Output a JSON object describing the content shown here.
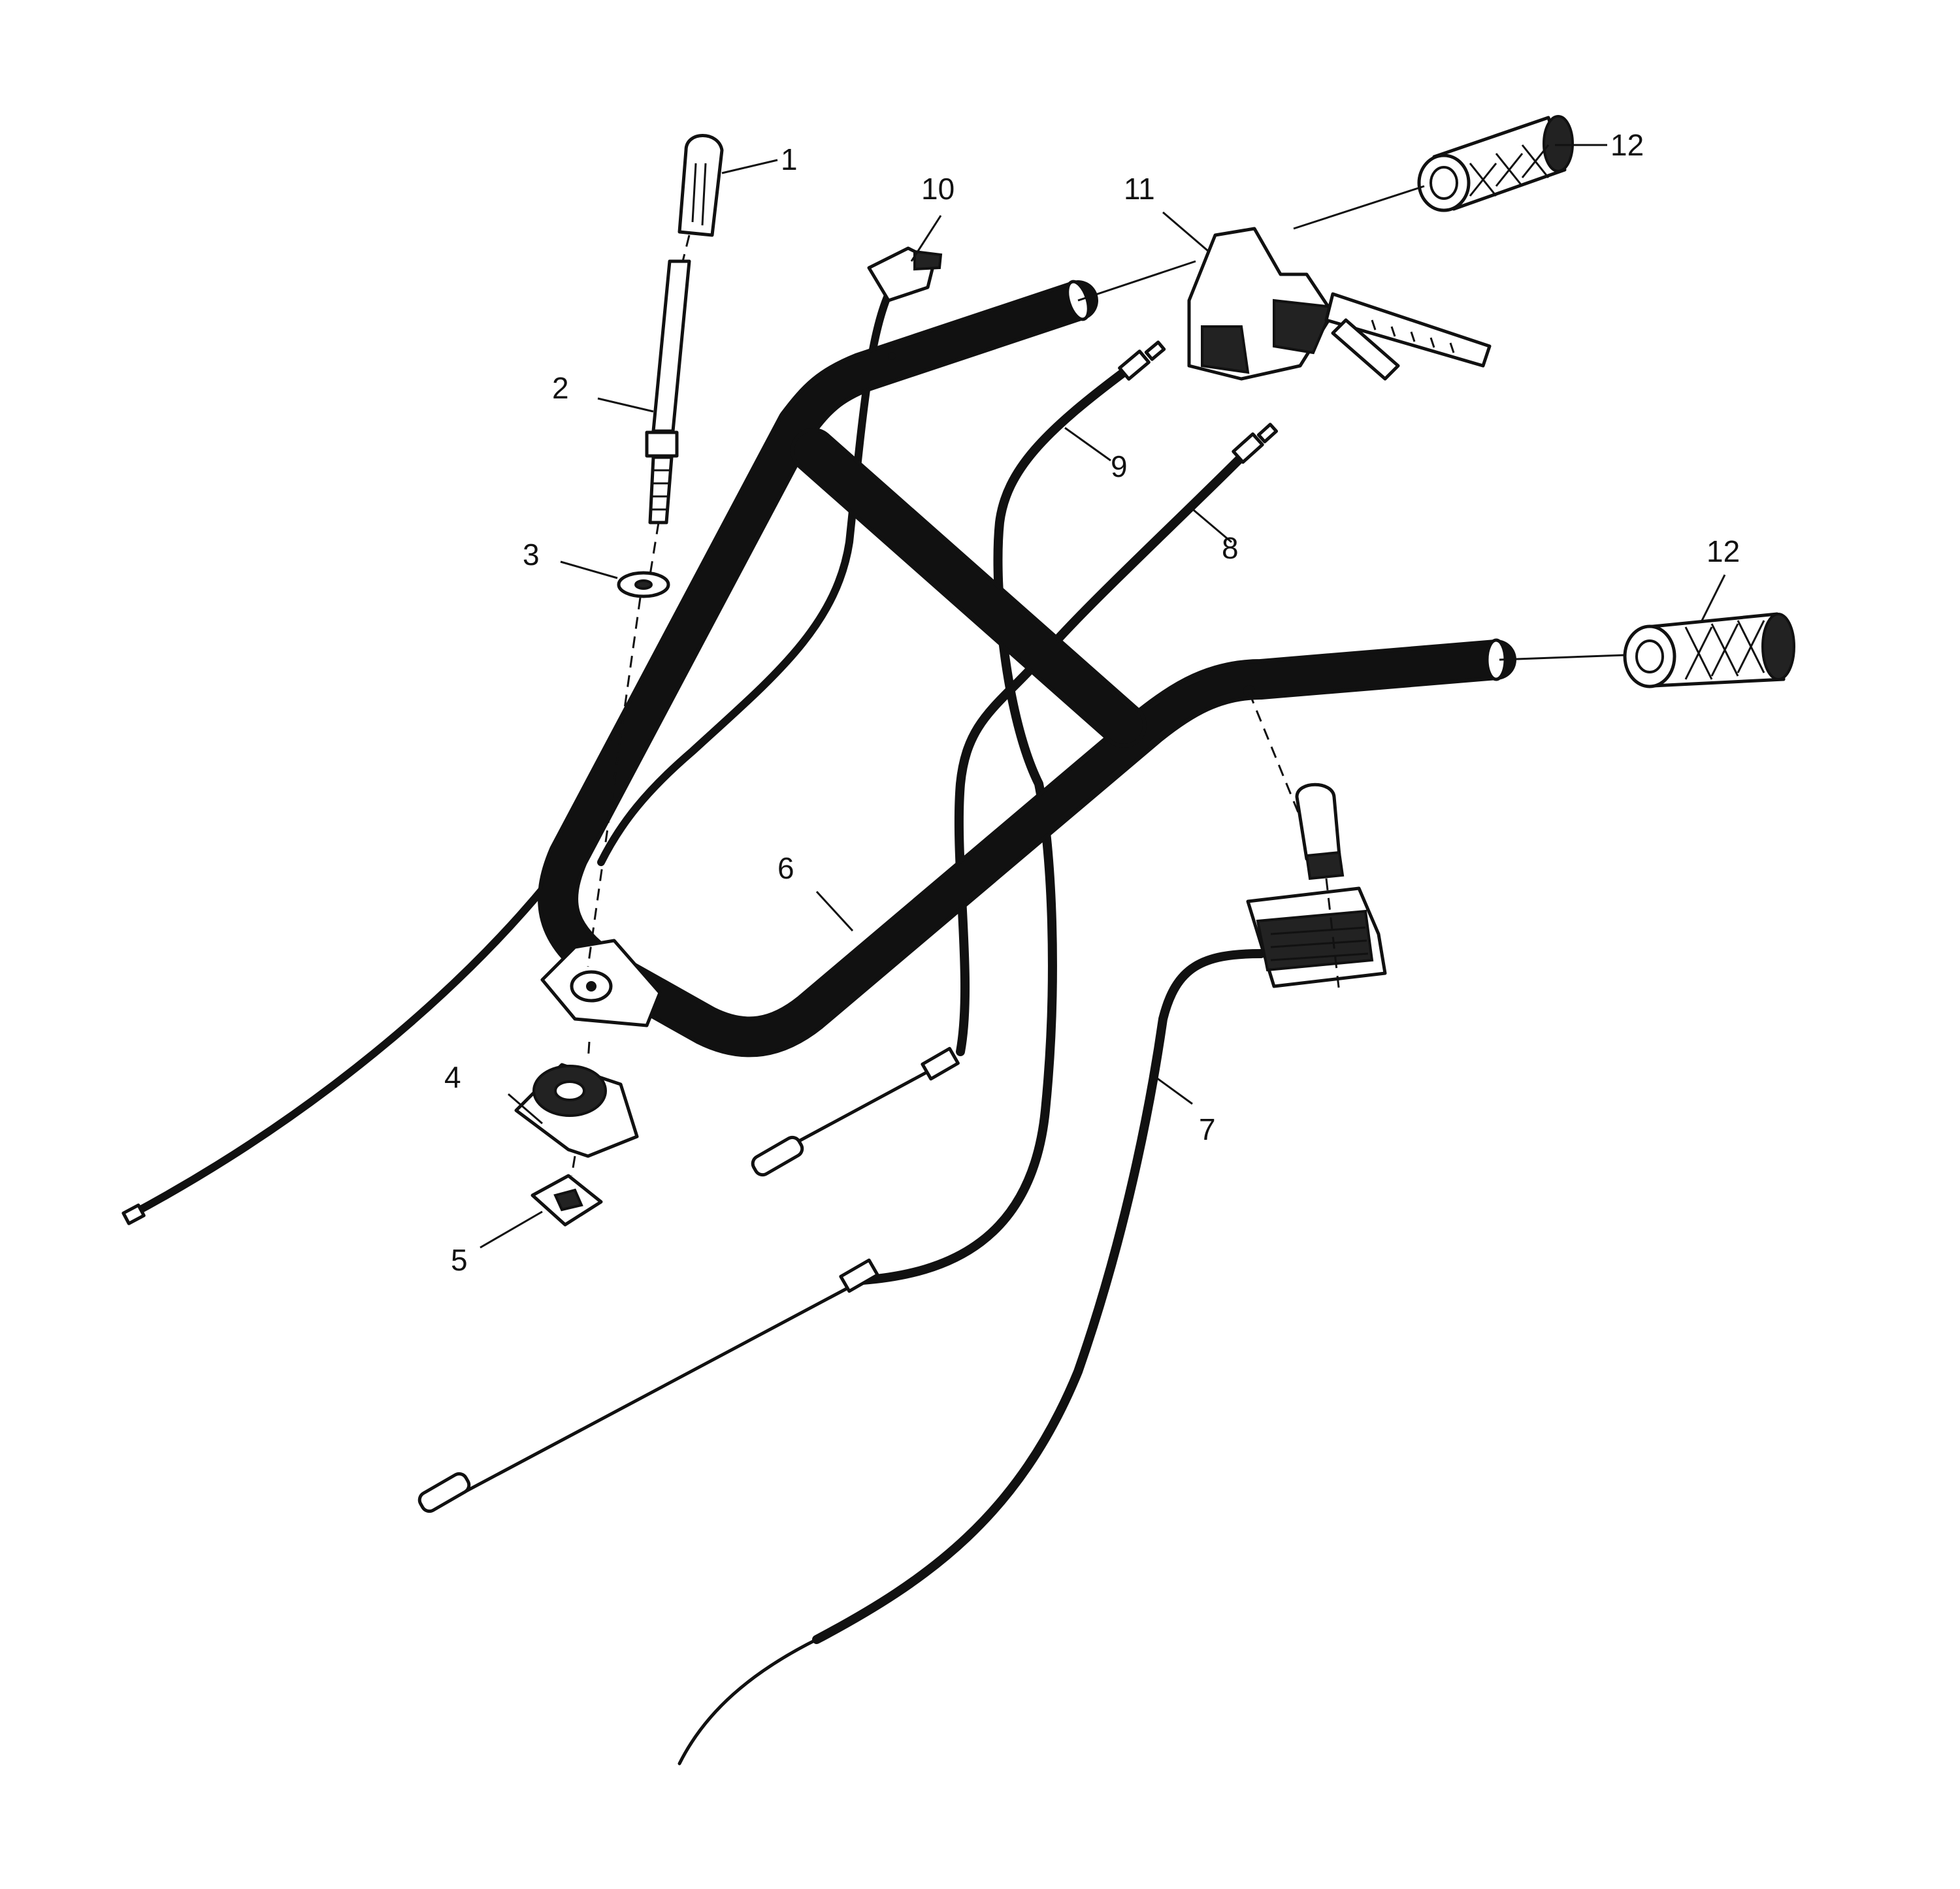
{
  "diagram": {
    "type": "exploded parts diagram",
    "subject": "handlebar assembly with control cables",
    "callouts": [
      {
        "id": "1",
        "label": "1"
      },
      {
        "id": "2",
        "label": "2"
      },
      {
        "id": "3",
        "label": "3"
      },
      {
        "id": "4",
        "label": "4"
      },
      {
        "id": "5",
        "label": "5"
      },
      {
        "id": "6",
        "label": "6"
      },
      {
        "id": "7",
        "label": "7"
      },
      {
        "id": "8",
        "label": "8"
      },
      {
        "id": "9",
        "label": "9"
      },
      {
        "id": "10",
        "label": "10"
      },
      {
        "id": "11",
        "label": "11"
      },
      {
        "id": "12a",
        "label": "12"
      },
      {
        "id": "12b",
        "label": "12"
      }
    ]
  },
  "colors": {
    "line": "#111111",
    "background": "#ffffff"
  }
}
